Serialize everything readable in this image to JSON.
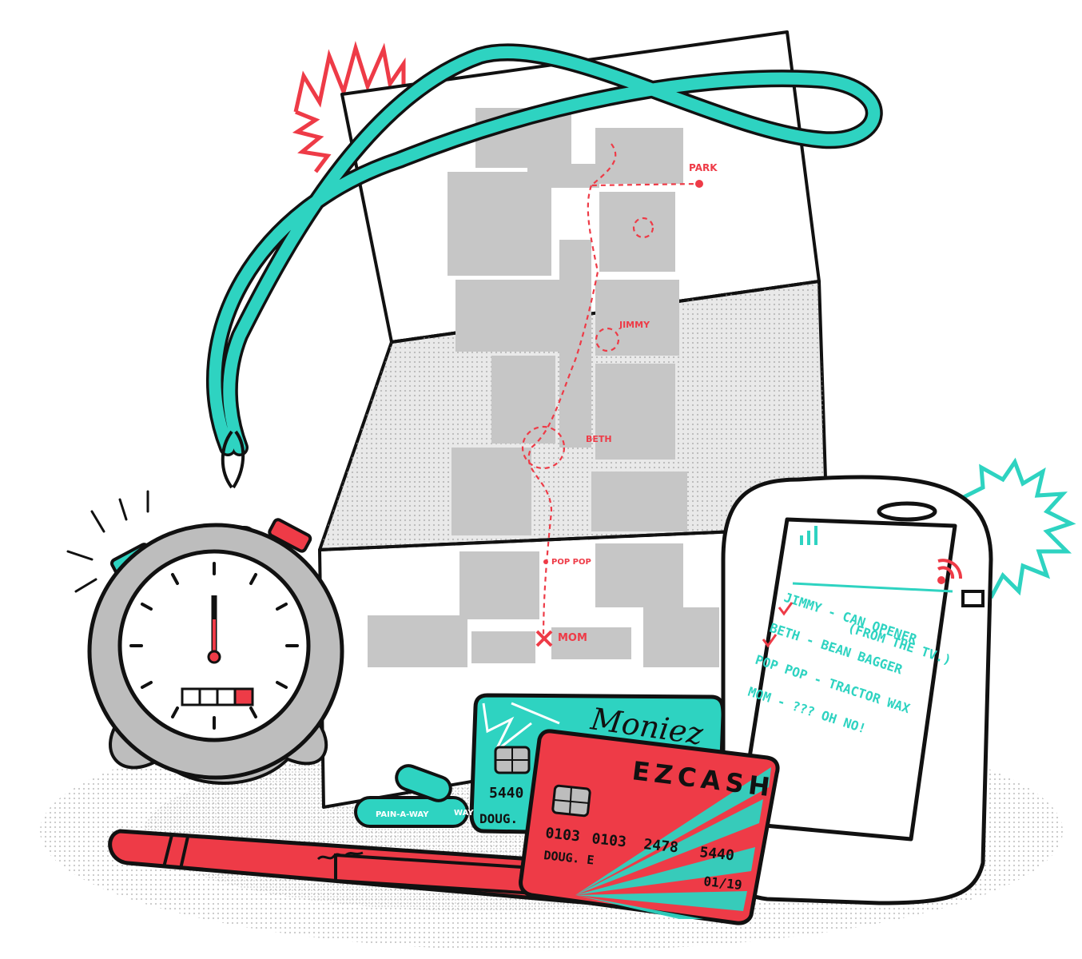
{
  "colors": {
    "ink": "#111111",
    "red": "#ee3b47",
    "teal": "#2ed3c1",
    "gray": "#c8c8c8",
    "metal": "#bdbdbd",
    "paper": "#ffffff"
  },
  "map": {
    "labels": {
      "park": "PARK",
      "jimmy": "JIMMY",
      "beth": "BETH",
      "poppop": "POP POP",
      "mom": "MOM"
    }
  },
  "phone": {
    "list": [
      {
        "name": "JIMMY",
        "item": "CAN OPENER"
      },
      {
        "name": "BETH",
        "item": "BEAN BAGGER"
      },
      {
        "name": "",
        "item": "(FROM THE TV.)"
      },
      {
        "name": "POP POP",
        "item": "TRACTOR WAX"
      },
      {
        "name": "MOM",
        "item": "??? OH NO!"
      }
    ]
  },
  "card_teal": {
    "brand": "Moniez",
    "number_fragment": "5440",
    "holder": "DOUG."
  },
  "card_red": {
    "brand": "EZCASH",
    "number": [
      "0103",
      "0103",
      "2478",
      "5440"
    ],
    "holder": "DOUG. E",
    "expiry": "01/19"
  },
  "pill": {
    "label": "PAIN-A-WAY",
    "label_fragment": "WAY"
  },
  "icons": [
    "stopwatch-icon",
    "lanyard-icon",
    "folded-map-icon",
    "phone-icon",
    "credit-card-icon",
    "pen-icon",
    "pill-icon",
    "burst-icon",
    "wifi-icon",
    "signal-icon"
  ]
}
